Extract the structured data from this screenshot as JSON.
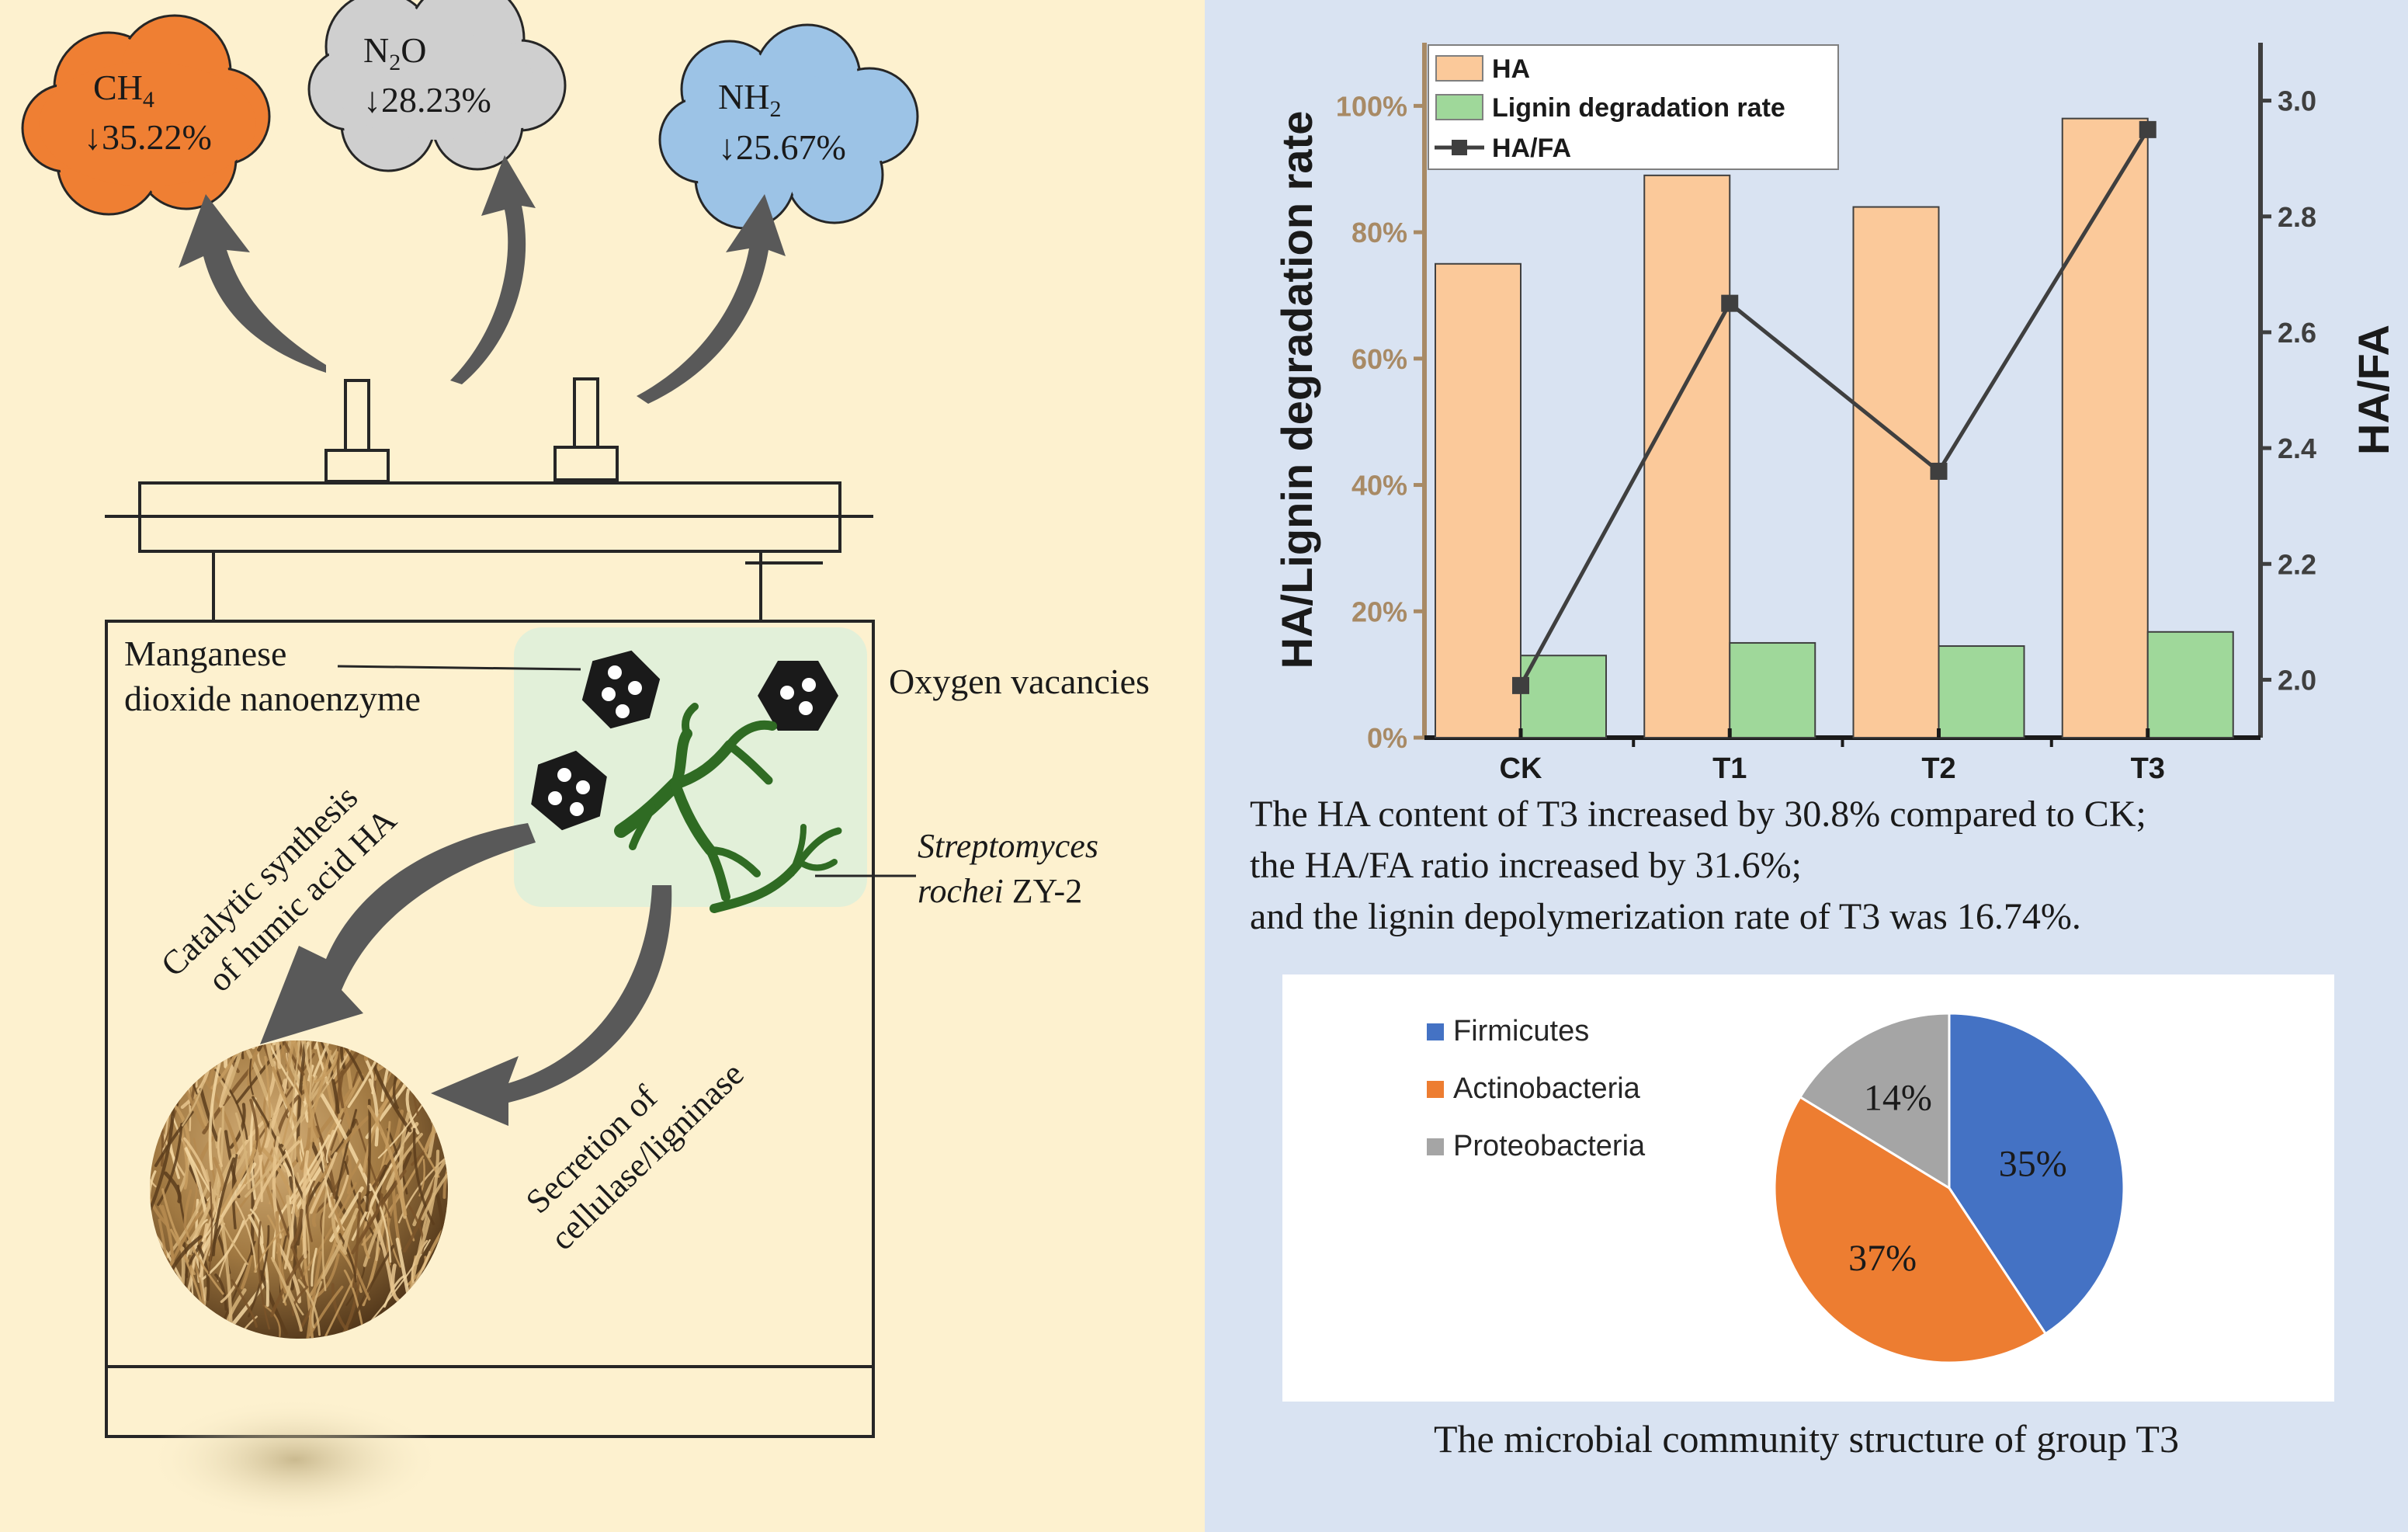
{
  "colors": {
    "left_bg": "#fdf1cf",
    "right_bg": "#d9e3f2",
    "ch4_cloud": "#ef7f33",
    "n2o_cloud": "#cfcfcf",
    "nh2_cloud": "#9cc3e6",
    "ha_bar": "#fbc99a",
    "lignin_bar": "#9fd89a",
    "line": "#3f3f3f",
    "left_axis": "#a88a65",
    "pie_firmicutes": "#4472c4",
    "pie_actinobacteria": "#ed7d31",
    "pie_proteobacteria": "#a5a5a5",
    "region_green": "#e2f0d9",
    "arrow": "#595959"
  },
  "emissions": {
    "ch4": {
      "formula": "CH",
      "sub": "4",
      "change": "↓35.22%"
    },
    "n2o": {
      "formula_a": "N",
      "sub": "2",
      "formula_b": "O",
      "change": "↓28.23%"
    },
    "nh2": {
      "formula": "NH",
      "sub": "2",
      "change": "↓25.67%"
    }
  },
  "reactor": {
    "nanoenzyme_label_1": "Manganese",
    "nanoenzyme_label_2": "dioxide nanoenzyme",
    "oxygen_label": "Oxygen vacancies",
    "strep_label_1": "Streptomyces",
    "strep_label_2a": "rochei",
    "strep_label_2b": " ZY-2",
    "catalytic_1": "Catalytic synthesis",
    "catalytic_2": "of humic acid HA",
    "secretion_1": "Secretion of",
    "secretion_2": "cellulase/ligninase"
  },
  "chart_data": [
    {
      "type": "bar",
      "categories": [
        "CK",
        "T1",
        "T2",
        "T3"
      ],
      "series": [
        {
          "name": "HA",
          "axis": "left",
          "values": [
            0.75,
            0.89,
            0.84,
            0.98
          ]
        },
        {
          "name": "Lignin degradation rate",
          "axis": "left",
          "values": [
            0.13,
            0.15,
            0.145,
            0.1674
          ]
        },
        {
          "name": "HA/FA",
          "axis": "right",
          "kind": "line",
          "values": [
            1.99,
            2.65,
            2.36,
            2.95
          ]
        }
      ],
      "ylabel": "HA/Lignin degradation rate",
      "y2label": "HA/FA",
      "ylim": [
        0,
        1.1
      ],
      "y2lim": [
        1.9,
        3.1
      ],
      "yticks": [
        "0%",
        "20%",
        "40%",
        "60%",
        "80%",
        "100%"
      ],
      "y2ticks": [
        "2.0",
        "2.2",
        "2.4",
        "2.6",
        "2.8",
        "3.0"
      ],
      "legend_position": "top-left",
      "grid": false
    },
    {
      "type": "pie",
      "categories": [
        "Firmicutes",
        "Actinobacteria",
        "Proteobacteria"
      ],
      "values": [
        35,
        37,
        14
      ],
      "labels": [
        "35%",
        "37%",
        "14%"
      ],
      "legend_position": "left"
    }
  ],
  "captions": {
    "chart_line1": "The HA content of T3 increased by 30.8% compared to CK;",
    "chart_line2": "the HA/FA ratio increased by 31.6%;",
    "chart_line3": "and the lignin depolymerization rate of T3 was 16.74%.",
    "pie_caption": "The microbial community structure of group T3"
  }
}
